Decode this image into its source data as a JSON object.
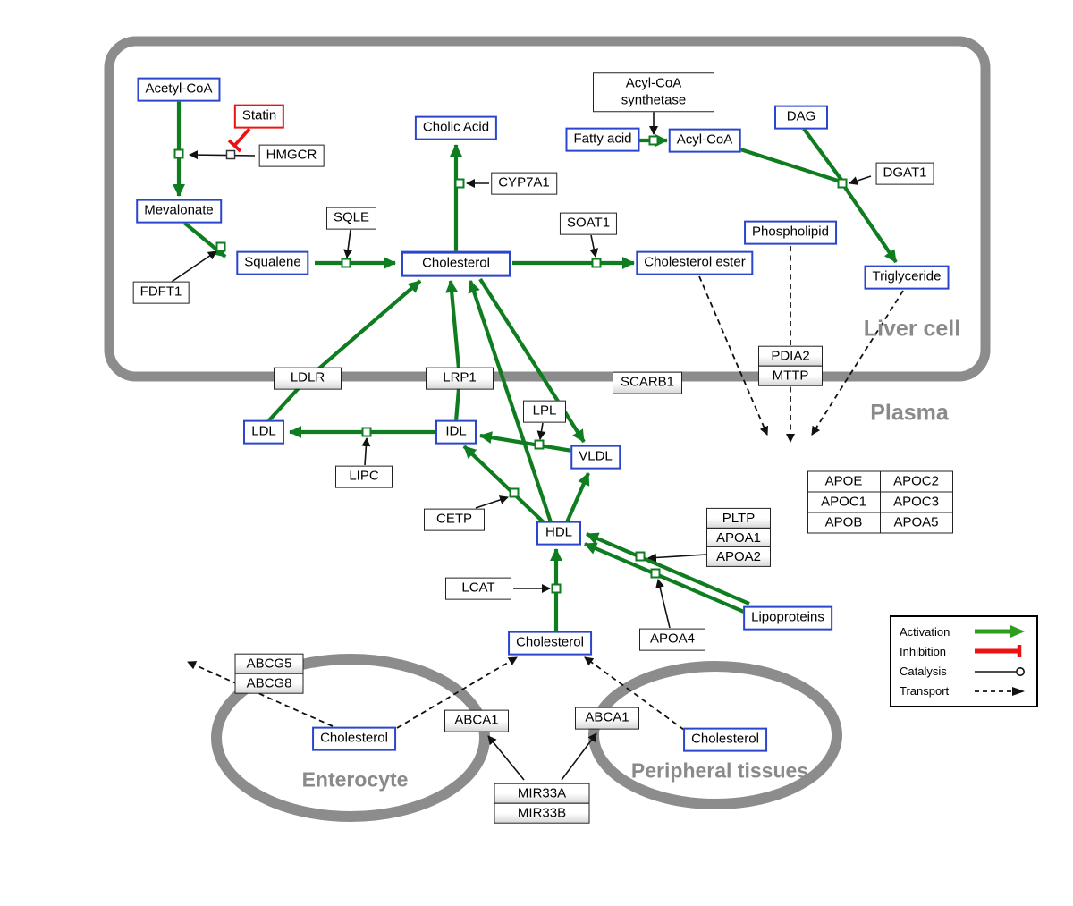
{
  "regions": {
    "liver": "Liver cell",
    "plasma": "Plasma",
    "enterocyte": "Enterocyte",
    "peripheral": "Peripheral tissues"
  },
  "liver": {
    "acetyl_coa": "Acetyl-CoA",
    "statin": "Statin",
    "hmgcr": "HMGCR",
    "mevalonate": "Mevalonate",
    "fdft1": "FDFT1",
    "squalene": "Squalene",
    "sqle": "SQLE",
    "cholesterol": "Cholesterol",
    "cholic_acid": "Cholic Acid",
    "cyp7a1": "CYP7A1",
    "soat1": "SOAT1",
    "cholesterol_ester": "Cholesterol ester",
    "acyl_coa_synthetase": "Acyl-CoA synthetase",
    "fatty_acid": "Fatty acid",
    "acyl_coa": "Acyl-CoA",
    "dag": "DAG",
    "dgat1": "DGAT1",
    "phospholipid": "Phospholipid",
    "triglyceride": "Triglyceride"
  },
  "membrane": {
    "ldlr": "LDLR",
    "lrp1": "LRP1",
    "scarb1": "SCARB1",
    "pdia2": "PDIA2",
    "mttp": "MTTP"
  },
  "plasma": {
    "ldl": "LDL",
    "idl": "IDL",
    "lipc": "LIPC",
    "lpl": "LPL",
    "vldl": "VLDL",
    "cetp": "CETP",
    "hdl": "HDL",
    "lcat": "LCAT",
    "cholesterol": "Cholesterol",
    "apoa4": "APOA4",
    "lipoproteins": "Lipoproteins",
    "pltp": "PLTP",
    "apoa1": "APOA1",
    "apoa2": "APOA2",
    "apo_table": [
      [
        "APOE",
        "APOC2"
      ],
      [
        "APOC1",
        "APOC3"
      ],
      [
        "APOB",
        "APOA5"
      ]
    ]
  },
  "bottom": {
    "abcg5": "ABCG5",
    "abcg8": "ABCG8",
    "cholesterol_enterocyte": "Cholesterol",
    "abca1_left": "ABCA1",
    "abca1_right": "ABCA1",
    "cholesterol_peripheral": "Cholesterol",
    "mir33a": "MIR33A",
    "mir33b": "MIR33B"
  },
  "legend": {
    "activation": "Activation",
    "inhibition": "Inhibition",
    "catalysis": "Catalysis",
    "transport": "Transport"
  },
  "colors": {
    "activation": "#0f7d1f",
    "inhibition": "#ee1111",
    "metabolite_border": "#2b46cc",
    "membrane": "#8c8c8c"
  }
}
